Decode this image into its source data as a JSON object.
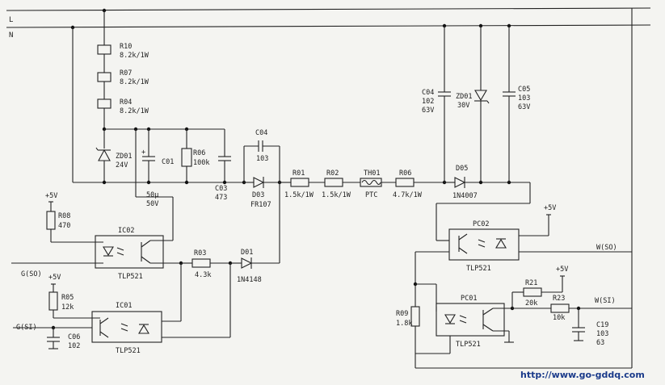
{
  "rails": {
    "L": "L",
    "N": "N"
  },
  "resistors": {
    "R10": {
      "name": "R10",
      "value": "8.2k/1W"
    },
    "R07": {
      "name": "R07",
      "value": "8.2k/1W"
    },
    "R04": {
      "name": "R04",
      "value": "8.2k/1W"
    },
    "R06a": {
      "name": "R06",
      "value": "100k"
    },
    "R08": {
      "name": "R08",
      "value": "470"
    },
    "R05": {
      "name": "R05",
      "value": "12k"
    },
    "R03": {
      "name": "R03",
      "value": "4.3k"
    },
    "R01": {
      "name": "R01",
      "value": "1.5k/1W"
    },
    "R02": {
      "name": "R02",
      "value": "1.5k/1W"
    },
    "R06b": {
      "name": "R06",
      "value": "4.7k/1W"
    },
    "R09": {
      "name": "R09",
      "value": "1.8k"
    },
    "R21": {
      "name": "R21",
      "value": "20k"
    },
    "R23": {
      "name": "R23",
      "value": "10k"
    }
  },
  "thermistor": {
    "name": "TH01",
    "value": "PTC"
  },
  "zeners": {
    "ZD01a": {
      "name": "ZD01",
      "value": "24V"
    },
    "ZD01b": {
      "name": "ZD01",
      "value": "30V"
    }
  },
  "diodes": {
    "D03": {
      "name": "D03",
      "value": "FR107"
    },
    "D01": {
      "name": "D01",
      "value": "1N4148"
    },
    "D05": {
      "name": "D05",
      "value": "1N4007"
    }
  },
  "capacitors": {
    "C01": {
      "name": "C01",
      "value": "50μ",
      "value2": "50V"
    },
    "C03": {
      "name": "C03",
      "value": "473"
    },
    "C04a": {
      "name": "C04",
      "value": "103"
    },
    "C04b": {
      "name": "C04",
      "value": "102",
      "value2": "63V"
    },
    "C05": {
      "name": "C05",
      "value": "103",
      "value2": "63V"
    },
    "C06": {
      "name": "C06",
      "value": "102"
    },
    "C19": {
      "name": "C19",
      "value": "103",
      "value2": "63"
    }
  },
  "optocouplers": {
    "IC02": {
      "name": "IC02",
      "part": "TLP521"
    },
    "IC01": {
      "name": "IC01",
      "part": "TLP521"
    },
    "PC02": {
      "name": "PC02",
      "part": "TLP521"
    },
    "PC01": {
      "name": "PC01",
      "part": "TLP521"
    }
  },
  "supplies": {
    "v5": "+5V"
  },
  "signals": {
    "GSO": "G(SO)",
    "GSI": "G(SI)",
    "WSO": "W(SO)",
    "WSI": "W(SI)"
  },
  "watermark": "http://www.go-gddq.com"
}
